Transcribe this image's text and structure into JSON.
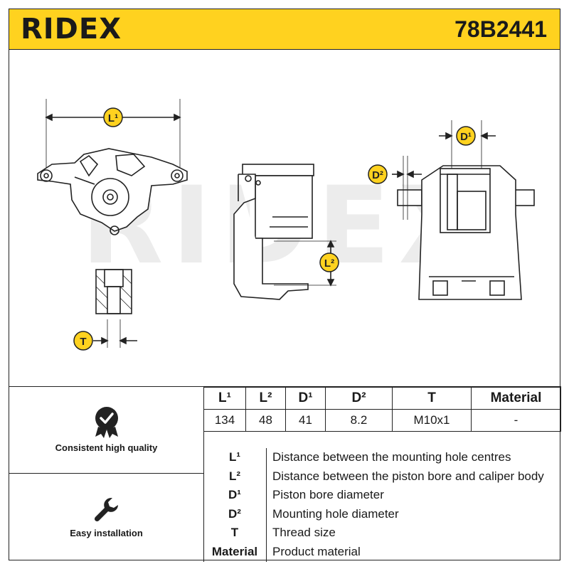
{
  "header": {
    "brand": "RIDEX",
    "part_number": "78B2441"
  },
  "colors": {
    "accent": "#ffd21f",
    "ink": "#1a1a1a",
    "watermark": "#e9e9e9"
  },
  "drawing": {
    "watermark": "RIDEX",
    "dim_labels": {
      "l1": "L¹",
      "l2": "L²",
      "d1": "D¹",
      "d2": "D²",
      "t": "T"
    }
  },
  "features": [
    {
      "icon": "quality-badge-icon",
      "label": "Consistent high quality"
    },
    {
      "icon": "wrench-icon",
      "label": "Easy installation"
    }
  ],
  "specs": {
    "headers": [
      "L¹",
      "L²",
      "D¹",
      "D²",
      "T",
      "Material"
    ],
    "values": [
      "134",
      "48",
      "41",
      "8.2",
      "M10x1",
      "-"
    ]
  },
  "legend": [
    {
      "key": "L¹",
      "desc": "Distance between the mounting hole centres"
    },
    {
      "key": "L²",
      "desc": "Distance between the piston bore and caliper body"
    },
    {
      "key": "D¹",
      "desc": "Piston bore diameter"
    },
    {
      "key": "D²",
      "desc": "Mounting hole diameter"
    },
    {
      "key": "T",
      "desc": "Thread size"
    },
    {
      "key": "Material",
      "desc": "Product material"
    }
  ]
}
